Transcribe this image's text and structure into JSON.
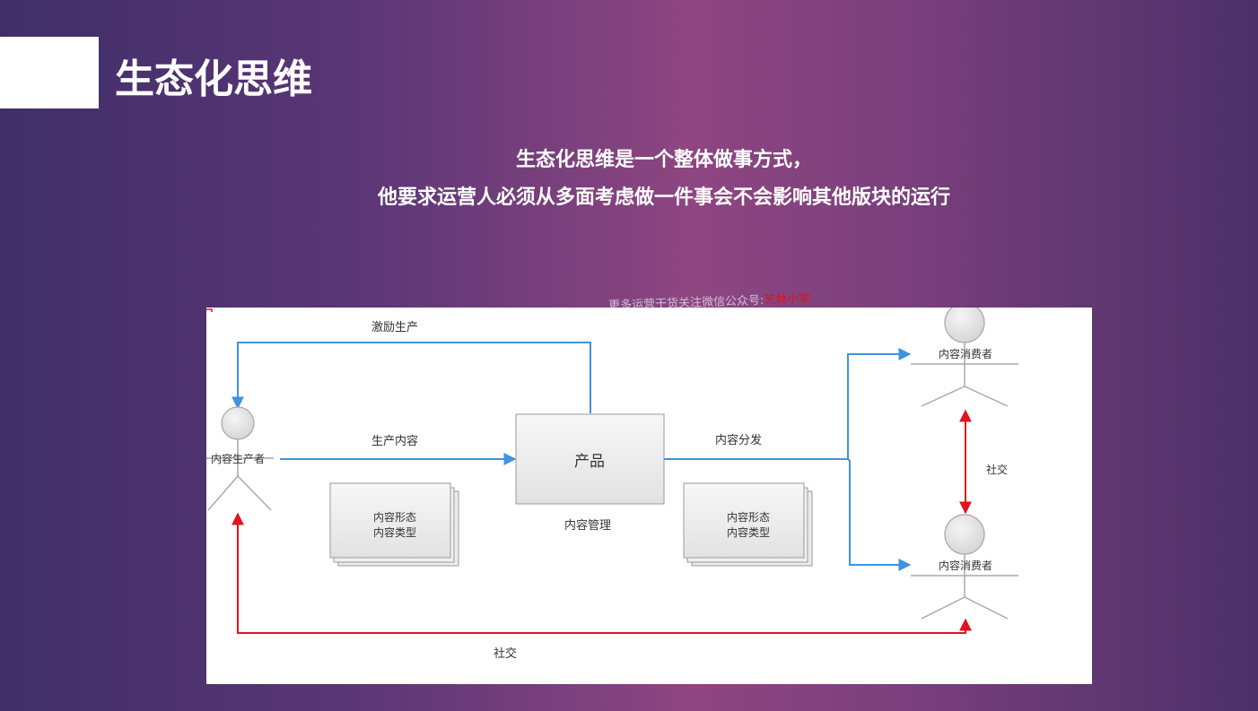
{
  "slide": {
    "title": "生态化思维",
    "subtitle_line1": "生态化思维是一个整体做事方式，",
    "subtitle_line2": "他要求运营人必须从多面考虑做一件事会不会影响其他版块的运行"
  },
  "watermark": {
    "text": "更多运营干货关注微信公众号:",
    "name": "艺林小学"
  },
  "diagram": {
    "label_incentive": "激励生产",
    "label_produce": "生产内容",
    "label_distribute": "内容分发",
    "label_social_right": "社交",
    "label_social_bottom": "社交",
    "product_label": "产品",
    "content_management": "内容管理",
    "producer_label": "内容生产者",
    "consumer_top_label": "内容消费者",
    "consumer_bottom_label": "内容消费者",
    "stack_left_line1": "内容形态",
    "stack_left_line2": "内容类型",
    "stack_right_line1": "内容形态",
    "stack_right_line2": "内容类型",
    "colors": {
      "blue_arrow": "#3f93e0",
      "red_arrow": "#e0141e",
      "box_stroke": "#9a9a9a",
      "figure_stroke": "#a8a8a8"
    }
  }
}
